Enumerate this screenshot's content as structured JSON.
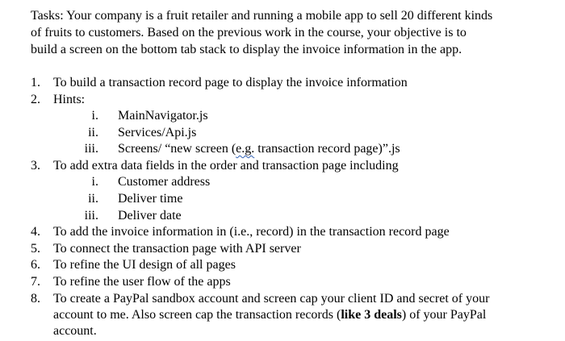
{
  "intro": [
    "Tasks: Your company is a fruit retailer and running a mobile app to sell 20 different kinds",
    "of fruits to customers.   Based on the previous work in the course, your objective is to",
    "build a screen on the bottom tab stack to display the invoice information in the app."
  ],
  "items": [
    {
      "num": "1.",
      "text": "To build a transaction record page to display the invoice information"
    },
    {
      "num": "2.",
      "text": "Hints:"
    },
    {
      "num": "3.",
      "text": "To add extra data fields in the order and transaction page including"
    },
    {
      "num": "4.",
      "text": "To add the invoice information in (i.e., record) in the transaction record page"
    },
    {
      "num": "5.",
      "text": "To connect the transaction page with API server"
    },
    {
      "num": "6.",
      "text": "To refine the UI design of all pages"
    },
    {
      "num": "7.",
      "text": "To refine the user flow of the apps"
    },
    {
      "num": "8.",
      "line1": "To create a PayPal sandbox account and screen cap your client ID and secret of your",
      "line2_a": "account to me.    Also screen cap the transaction records (",
      "line2_bold": "like 3 deals",
      "line2_b": ") of your PayPal",
      "line3": "account."
    }
  ],
  "hints": [
    {
      "num": "i.",
      "text": "MainNavigator.js"
    },
    {
      "num": "ii.",
      "text": "Services/Api.js"
    },
    {
      "num": "iii.",
      "pre": "Screens/ “new screen (",
      "eg": "e.g.",
      "post": " transaction record page)”.js"
    }
  ],
  "fields": [
    {
      "num": "i.",
      "text": "Customer address"
    },
    {
      "num": "ii.",
      "text": "Deliver time"
    },
    {
      "num": "iii.",
      "text": "Deliver date"
    }
  ]
}
